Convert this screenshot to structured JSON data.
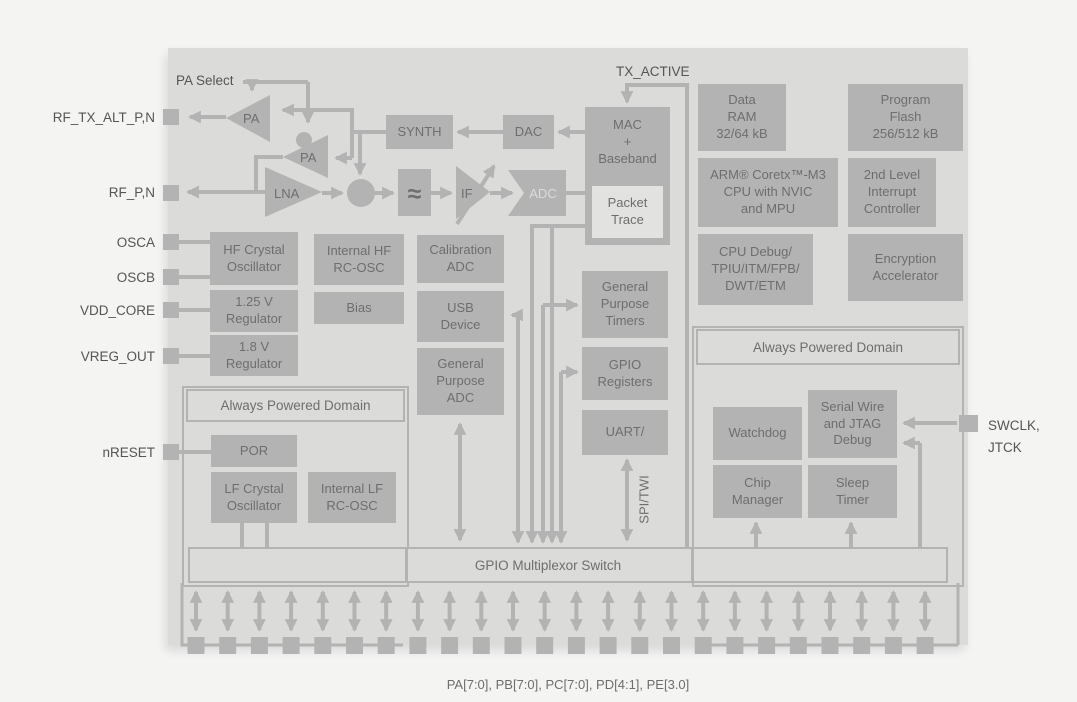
{
  "figure": {
    "caption": "PA[7:0], PB[7:0], PC[7:0], PD[4:1], PE[3.0]"
  },
  "labels": {
    "pa_select": "PA Select",
    "tx_active": "TX_ACTIVE",
    "spi_twi": "SPI/TWI",
    "gpio_mux": "GPIO Multiplexor Switch",
    "apd_left": "Always Powered Domain",
    "apd_right": "Always Powered Domain"
  },
  "pins": {
    "rf_tx_alt": "RF_TX_ALT_P,N",
    "rf_pn": "RF_P,N",
    "osca": "OSCA",
    "oscb": "OSCB",
    "vdd_core": "VDD_CORE",
    "vreg_out": "VREG_OUT",
    "nreset": "nRESET",
    "swclk_jtck": [
      "SWCLK,",
      "JTCK"
    ]
  },
  "rf": {
    "pa1": "PA",
    "pa2": "PA",
    "lna": "LNA",
    "if_amp": "IF",
    "filter": "≈",
    "synth": "SYNTH",
    "dac": "DAC",
    "adc": "ADC",
    "mac": [
      "MAC",
      "+",
      "Baseband"
    ],
    "packet_trace": [
      "Packet",
      "Trace"
    ]
  },
  "blocks": {
    "data_ram": [
      "Data",
      "RAM",
      "32/64 kB"
    ],
    "program_flash": [
      "Program",
      "Flash",
      "256/512 kB"
    ],
    "arm_cpu": [
      "ARM® Coretx™-M3",
      "CPU with NVIC",
      "and MPU"
    ],
    "interrupt_ctrl": [
      "2nd Level",
      "Interrupt",
      "Controller"
    ],
    "cpu_debug": [
      "CPU Debug/",
      "TPIU/ITM/FPB/",
      "DWT/ETM"
    ],
    "encryption": [
      "Encryption",
      "Accelerator"
    ],
    "hf_xtal": [
      "HF Crystal",
      "Oscillator"
    ],
    "int_hf_rc": [
      "Internal HF",
      "RC-OSC"
    ],
    "reg_125": [
      "1.25 V",
      "Regulator"
    ],
    "bias": "Bias",
    "reg_18": [
      "1.8 V",
      "Regulator"
    ],
    "cal_adc": [
      "Calibration",
      "ADC"
    ],
    "usb": [
      "USB",
      "Device"
    ],
    "gp_adc": [
      "General",
      "Purpose",
      "ADC"
    ],
    "gp_timers": [
      "General",
      "Purpose",
      "Timers"
    ],
    "gpio_regs": [
      "GPIO",
      "Registers"
    ],
    "uart": "UART/",
    "por": "POR",
    "lf_xtal": [
      "LF Crystal",
      "Oscillator"
    ],
    "int_lf_rc": [
      "Internal LF",
      "RC-OSC"
    ],
    "watchdog": "Watchdog",
    "sw_jtag": [
      "Serial Wire",
      "and JTAG",
      "Debug"
    ],
    "chip_mgr": [
      "Chip",
      "Manager"
    ],
    "sleep_timer": [
      "Sleep",
      "Timer"
    ]
  },
  "colors": {
    "page_bg": "#f4f4f3",
    "chip_bg": "#dbdbda",
    "block_fill": "#b3b3b3",
    "line_color": "#b3b3b3",
    "block_text": "#6e6e6e",
    "label_text": "#555555",
    "pt_bg": "#e2e2e1"
  }
}
